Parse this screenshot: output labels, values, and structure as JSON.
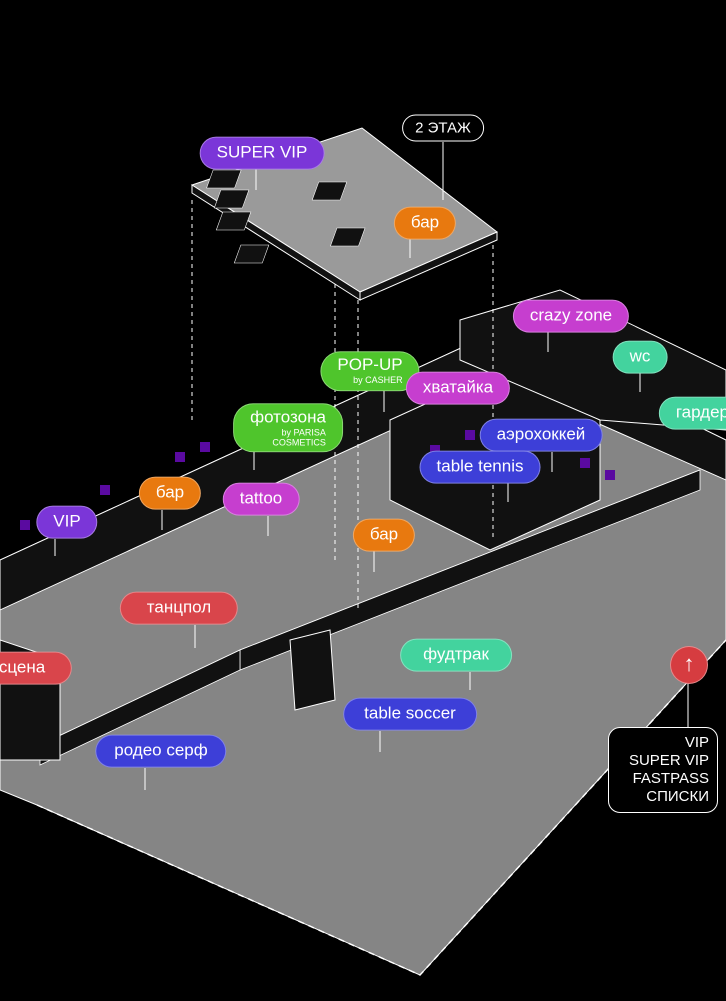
{
  "floor2_label": "2 ЭТАЖ",
  "zones": {
    "super_vip": "SUPER VIP",
    "bar_floor2": "бар",
    "crazy_zone": "crazy zone",
    "wc": "wc",
    "garderob": "гардероб",
    "popup": "POP-UP",
    "popup_sub": "by CASHER",
    "hvataika": "хватайка",
    "photozone": "фотозона",
    "photozone_sub1": "by PARISA",
    "photozone_sub2": "COSMETICS",
    "air_hockey": "аэрохоккей",
    "table_tennis": "table tennis",
    "bar_left": "бар",
    "tattoo": "tattoo",
    "vip": "VIP",
    "bar_center": "бар",
    "dancefloor": "танцпол",
    "stage": "сцена",
    "foodtruck": "фудтрак",
    "table_soccer": "table soccer",
    "rodeo_surf": "родео серф"
  },
  "entrance": {
    "icon": "arrow-up-icon",
    "lines": [
      "VIP",
      "SUPER VIP",
      "FASTPASS",
      "СПИСКИ"
    ]
  },
  "colors": {
    "purple": "#7b36d8",
    "orange": "#e8790f",
    "green": "#4fc52c",
    "magenta": "#c63ecf",
    "blue": "#3d3fd8",
    "red": "#d9454b",
    "mint": "#43d39e"
  }
}
